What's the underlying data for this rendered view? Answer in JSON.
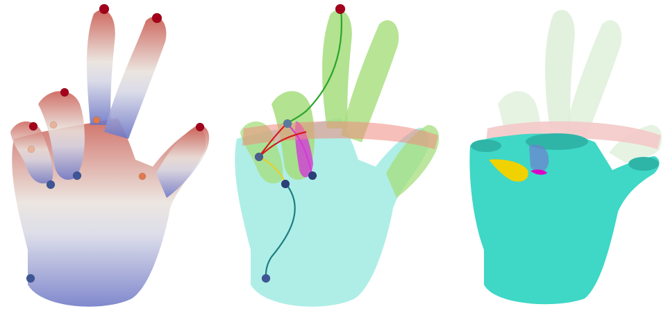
{
  "colors": {
    "background": "#ffffff",
    "panel1_top": "#c8584e",
    "panel1_mid": "#e9e2dc",
    "panel1_bottom": "#6a74c4",
    "panel2_hand": "#a6ece4",
    "panel2_finger_green": "#a6dd7c",
    "panel2_band_red": "#f08a80",
    "panel2_magenta": "#d23cd6",
    "panel3_solid": "#3fd7c6",
    "panel3_ghost": "#dbeed6",
    "panel3_band": "#f4c9c9",
    "node_maximum": "#a3001b",
    "node_saddle": "#e07a4e",
    "node_minimum": "#3e5696",
    "curve_green": "#2aa52a",
    "curve_red": "#d61a1a",
    "curve_teal": "#1e7f80",
    "curve_yellow": "#e6cf2a",
    "blob_yellow": "#f0d200",
    "blob_magenta": "#dd00c8"
  },
  "panels": [
    {
      "name": "scalar-field-view"
    },
    {
      "name": "reeb-graph-view"
    },
    {
      "name": "isosurface-view"
    }
  ]
}
